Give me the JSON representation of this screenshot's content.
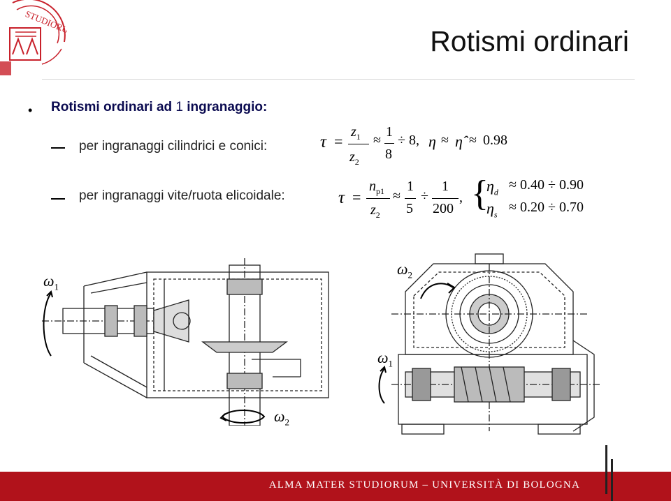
{
  "header": {
    "title": "Rotismi ordinari",
    "logo_text": "STUDIORUM"
  },
  "content": {
    "bullet_bold": "Rotismi ordinari ad",
    "bullet_num": "1",
    "bullet_rest": "ingranaggio:",
    "line1": "per ingranaggi cilindrici e conici:",
    "line2": "per ingranaggi vite/ruota elicoidale:"
  },
  "formula1": {
    "tau": "τ",
    "num": "z",
    "num_sub": "1",
    "den": "z",
    "den_sub": "2",
    "approx": "≈",
    "frac_num": "1",
    "frac_den": "8",
    "div": "÷",
    "upper": "8,",
    "eta": "η",
    "approx2": "≈",
    "eta_hat": "η̂",
    "approx3": "≈",
    "value": "0.98"
  },
  "formula2": {
    "tau": "τ",
    "num": "n",
    "num_sub": "p1",
    "den": "z",
    "den_sub": "2",
    "approx": "≈",
    "f1_num": "1",
    "f1_den": "5",
    "div": "÷",
    "f2_num": "1",
    "f2_den": "200",
    "comma": ",",
    "eta_d": "η",
    "eta_d_sub": "d",
    "eta_d_val": "≈ 0.40 ÷ 0.90",
    "eta_s": "η",
    "eta_s_sub": "s",
    "eta_s_val": "≈ 0.20 ÷ 0.70"
  },
  "figure": {
    "left_in": "ω",
    "left_in_sub": "1",
    "left_out": "ω",
    "left_out_sub": "2",
    "right_out": "ω",
    "right_out_sub": "2",
    "right_in": "ω",
    "right_in_sub": "1"
  },
  "footer": {
    "text": "ALMA MATER STUDIORUM – UNIVERSITÀ DI BOLOGNA"
  },
  "colors": {
    "brand": "#b1121b",
    "bullet_text": "#0a0a50"
  }
}
